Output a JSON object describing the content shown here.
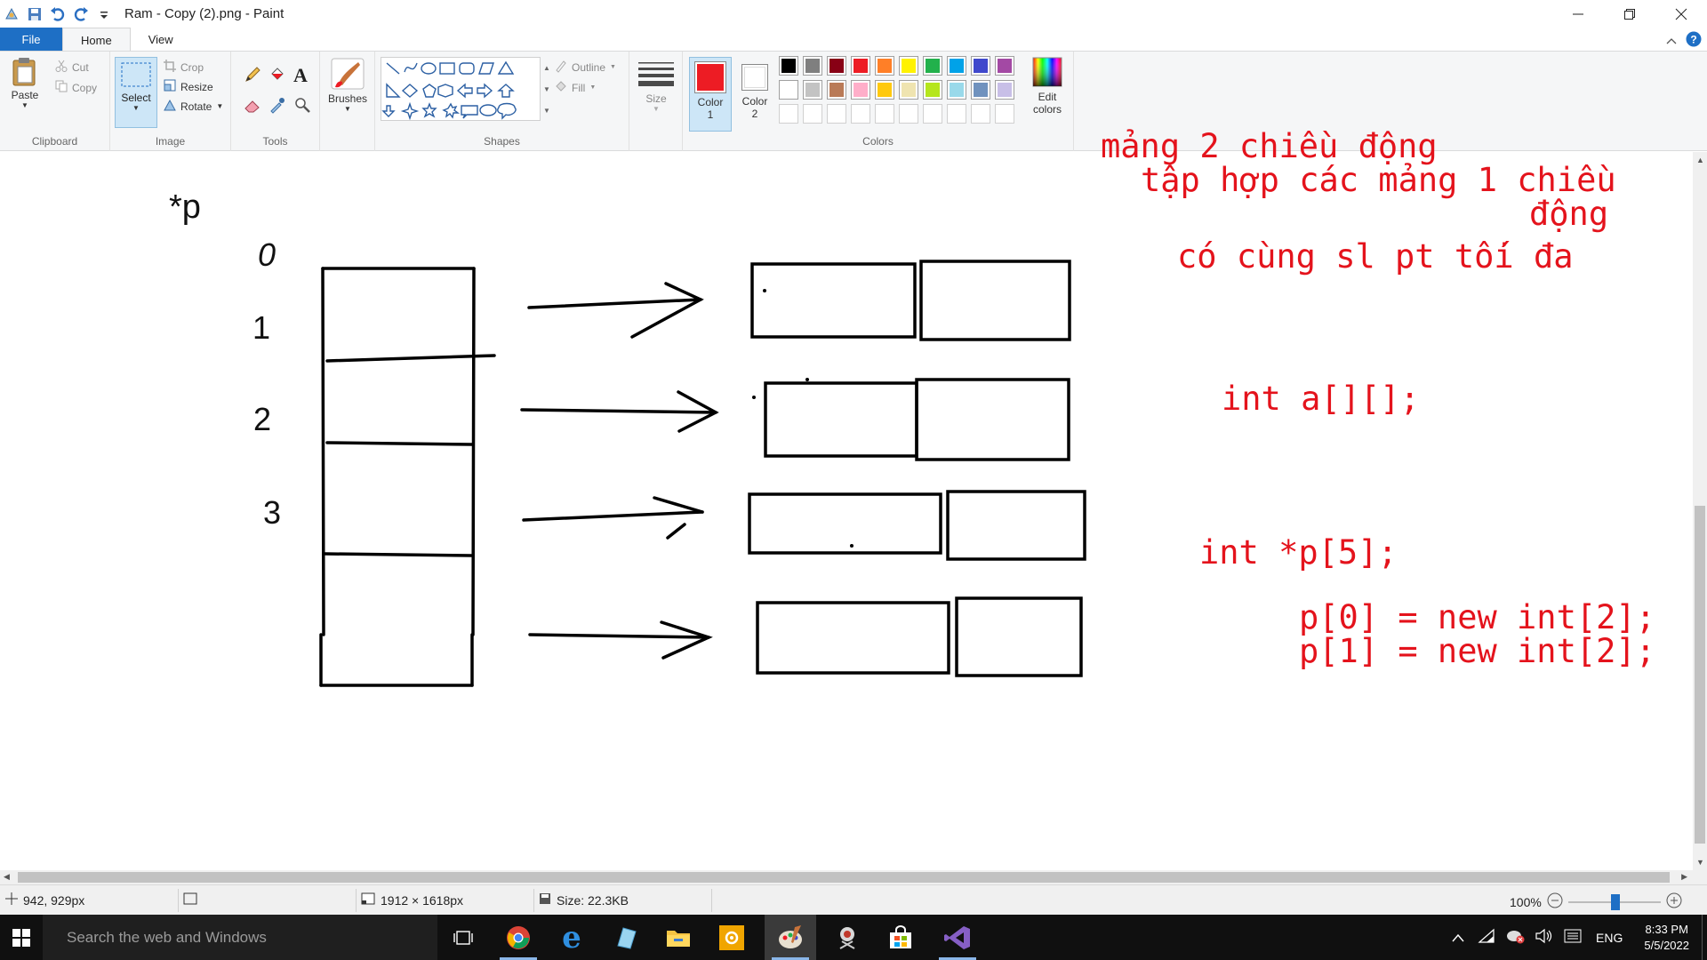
{
  "window": {
    "title": "Ram - Copy (2).png - Paint"
  },
  "tabs": [
    {
      "label": "File"
    },
    {
      "label": "Home"
    },
    {
      "label": "View"
    }
  ],
  "ribbon": {
    "clipboard": {
      "group": "Clipboard",
      "paste": "Paste",
      "cut": "Cut",
      "copy": "Copy"
    },
    "image": {
      "group": "Image",
      "select": "Select",
      "crop": "Crop",
      "resize": "Resize",
      "rotate": "Rotate"
    },
    "tools": {
      "group": "Tools"
    },
    "brushes": {
      "label": "Brushes"
    },
    "shapes": {
      "group": "Shapes",
      "outline": "Outline",
      "fill": "Fill"
    },
    "size": {
      "label": "Size"
    },
    "colors": {
      "group": "Colors",
      "color1_line1": "Color",
      "color1_line2": "1",
      "color2_line1": "Color",
      "color2_line2": "2",
      "edit_line1": "Edit",
      "edit_line2": "colors",
      "color1": "#ed1c24",
      "color2": "#ffffff",
      "palette_row1": [
        "#000000",
        "#7f7f7f",
        "#880015",
        "#ed1c24",
        "#ff7f27",
        "#fff200",
        "#22b14c",
        "#00a2e8",
        "#3f48cc",
        "#a349a4"
      ],
      "palette_row2": [
        "#ffffff",
        "#c3c3c3",
        "#b97a57",
        "#ffaec9",
        "#ffc90e",
        "#efe4b0",
        "#b5e61d",
        "#99d9ea",
        "#7092be",
        "#c8bfe7"
      ]
    }
  },
  "canvas": {
    "pointer_label": "*p",
    "index_labels": [
      "0",
      "1",
      "2",
      "3"
    ],
    "red_lines": [
      "mảng 2 chiều động",
      "tập hợp các mảng 1 chiều",
      "động",
      "có cùng sl pt tối đa",
      "int a[][];",
      "int *p[5];",
      "p[0] = new int[2];",
      "p[1] = new int[2];"
    ]
  },
  "statusbar": {
    "cursor_pos": "942, 929px",
    "dimensions": "1912 × 1618px",
    "size": "Size: 22.3KB",
    "zoom": "100%"
  },
  "taskbar": {
    "search_placeholder": "Search the web and Windows",
    "language": "ENG",
    "time": "8:33 PM",
    "date": "5/5/2022"
  }
}
